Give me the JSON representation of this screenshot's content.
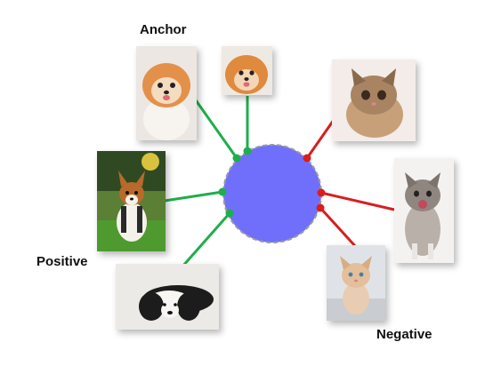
{
  "diagram": {
    "labels": {
      "anchor": "Anchor",
      "positive": "Positive",
      "negative": "Negative"
    },
    "colors": {
      "center_fill": "#6f6ffc",
      "center_border": "#9a9a9a",
      "positive_link": "#1fae4b",
      "negative_link": "#d81e1e"
    },
    "images": [
      {
        "role": "anchor",
        "subject": "pomeranian puppy"
      },
      {
        "role": "anchor",
        "subject": "pomeranian puppy close-up"
      },
      {
        "role": "positive",
        "subject": "corgi puppy on grass"
      },
      {
        "role": "positive",
        "subject": "cavalier spaniel lying"
      },
      {
        "role": "negative",
        "subject": "tabby kitten"
      },
      {
        "role": "negative",
        "subject": "kitten meowing"
      },
      {
        "role": "negative",
        "subject": "cream kitten"
      }
    ]
  }
}
